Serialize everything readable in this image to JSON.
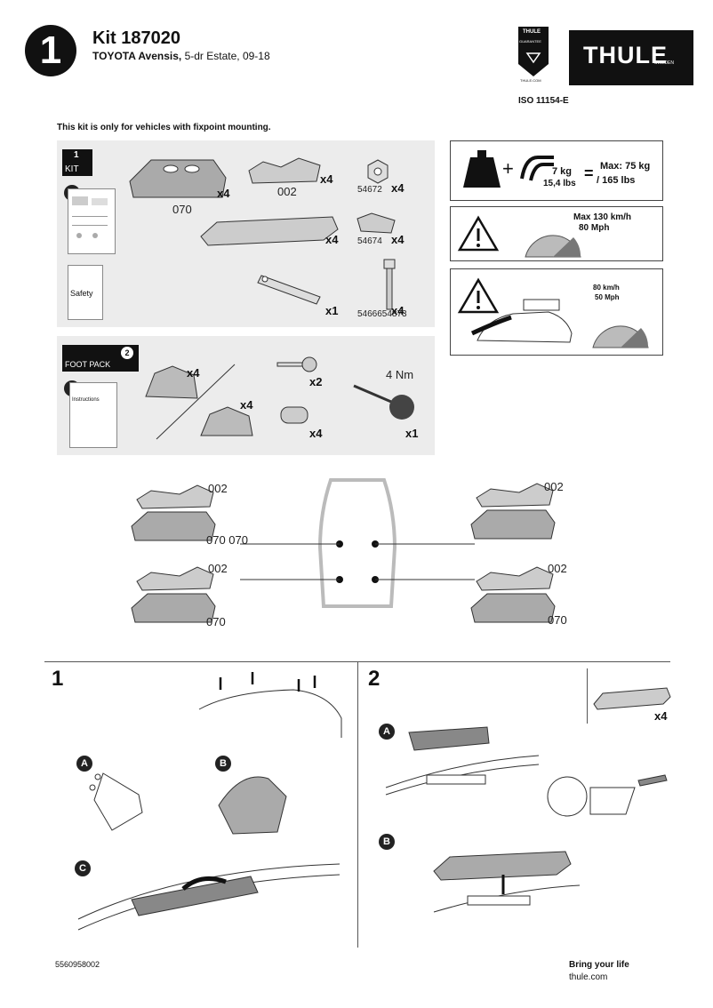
{
  "header": {
    "step": "1",
    "kit_title": "Kit 187020",
    "vehicle_bold": "TOYOTA Avensis,",
    "vehicle_rest": " 5-dr Estate, 09-18",
    "iso": "ISO 11154-E",
    "badge_top": "THULE",
    "badge_mid": "GUARANTEE",
    "badge_url": "THULE.COM",
    "logo_text": "THULE",
    "logo_sub": "SWEDEN"
  },
  "notice": "This kit is only for vehicles with fixpoint mounting.",
  "kit_panel": {
    "kit_badge_num": "1",
    "kit_badge_label": "KIT",
    "doc_num": "1",
    "safety_label": "Safety",
    "items": [
      {
        "code": "070",
        "qty": "x4"
      },
      {
        "code": "002",
        "qty": "x4"
      },
      {
        "code": "54672",
        "qty": "x4"
      },
      {
        "code": "",
        "qty": "x4"
      },
      {
        "code": "54674",
        "qty": "x4"
      },
      {
        "code": "",
        "qty": "x1"
      },
      {
        "code": "5466654873",
        "qty": "x4"
      }
    ]
  },
  "foot_panel": {
    "badge_num": "2",
    "badge_label": "FOOT PACK",
    "doc_num": "2",
    "instructions_label": "Instructions",
    "foot_qty_1": "x4",
    "foot_qty_2": "x4",
    "key_qty": "x2",
    "lock_qty": "x4",
    "tool_torque": "4 Nm",
    "tool_qty": "x1"
  },
  "info_boxes": {
    "load_bars": "7 kg",
    "load_bars_lbs": "15,4 lbs",
    "equals": "=",
    "max_load": "Max: 75 kg",
    "max_load_lbs": "/ 165 lbs",
    "speed_max": "Max  130 km/h",
    "speed_mph": "80 Mph",
    "speed_load_kmh": "80 km/h",
    "speed_load_mph": "50 Mph"
  },
  "car_diagram": {
    "front_left_bracket": "002",
    "front_left_foot": "070 070",
    "rear_left_bracket": "002",
    "rear_left_foot": "070",
    "front_right_bracket": "002",
    "rear_right_bracket": "002",
    "rear_right_foot": "070"
  },
  "steps": {
    "step1": "1",
    "step2": "2",
    "step1_a": "A",
    "step1_b": "B",
    "step1_c": "C",
    "step2_a": "A",
    "step2_b": "B",
    "step2_qty": "x4"
  },
  "footer": {
    "code": "5560958002",
    "tagline": "Bring your life",
    "url": "thule.com"
  }
}
